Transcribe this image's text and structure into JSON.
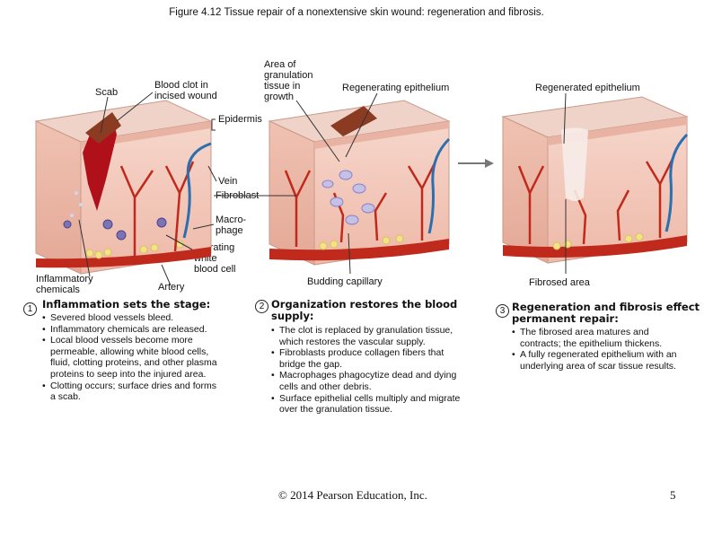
{
  "title": "Figure 4.12 Tissue repair of a nonextensive skin wound: regeneration and fibrosis.",
  "labels": {
    "scab": "Scab",
    "blood_clot": [
      "Blood clot in",
      "incised wound"
    ],
    "granulation": [
      "Area of",
      "granulation",
      "tissue in",
      "growth"
    ],
    "regenerating_epithelium": "Regenerating epithelium",
    "regenerated_epithelium": "Regenerated epithelium",
    "epidermis": "Epidermis",
    "vein": "Vein",
    "fibroblast": "Fibroblast",
    "macrophage": [
      "Macro-",
      "phage"
    ],
    "migrating_wbc": [
      "Migrating",
      "white",
      "blood cell"
    ],
    "inflammatory_chemicals": [
      "Inflammatory",
      "chemicals"
    ],
    "artery": "Artery",
    "budding_capillary": "Budding capillary",
    "fibrosed_area": "Fibrosed area"
  },
  "steps": [
    {
      "number": "1",
      "title": [
        "Inflammation sets the stage:"
      ],
      "bullets": [
        "Severed blood vessels bleed.",
        "Inflammatory chemicals are released.",
        "Local blood vessels become more permeable, allowing white blood cells, fluid, clotting proteins, and other plasma proteins to seep into the injured area.",
        "Clotting occurs; surface dries and forms a scab."
      ]
    },
    {
      "number": "2",
      "title": [
        "Organization restores the blood",
        "supply:"
      ],
      "bullets": [
        "The clot is replaced by granulation tissue, which restores the vascular supply.",
        "Fibroblasts produce collagen fibers that bridge the gap.",
        "Macrophages phagocytize dead and dying cells and other debris.",
        "Surface epithelial cells multiply and migrate over the granulation tissue."
      ]
    },
    {
      "number": "3",
      "title": [
        "Regeneration and fibrosis effect",
        "permanent repair:"
      ],
      "bullets": [
        "The fibrosed area matures and contracts; the epithelium thickens.",
        "A fully regenerated epithelium with an underlying area of scar tissue results."
      ]
    }
  ],
  "footer": {
    "copyright": "© 2014 Pearson Education, Inc.",
    "page_number": "5"
  },
  "colors": {
    "epidermis_top": "#efd3c9",
    "dermis": "#f3c4b8",
    "skin_side": "#e9b6a6",
    "artery": "#c02a1c",
    "vein": "#2b6fb0",
    "clot": "#b0101a",
    "scab": "#8a3b22",
    "fat": "#f2e28a"
  }
}
